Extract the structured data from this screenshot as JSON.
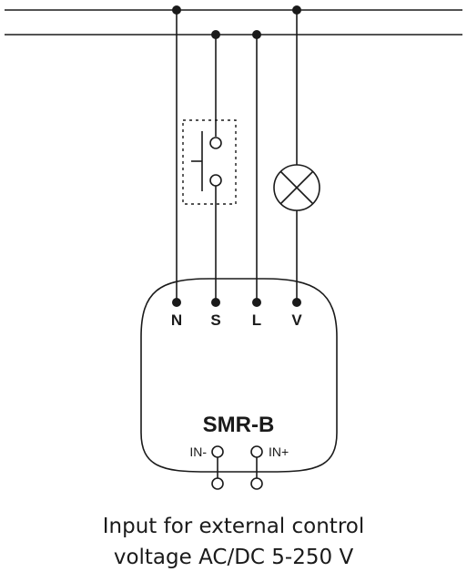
{
  "terminals": {
    "n": "N",
    "s": "S",
    "l": "L",
    "v": "V"
  },
  "device": {
    "model": "SMR-B",
    "input_minus": "IN-",
    "input_plus": "IN+"
  },
  "caption": {
    "line1": "Input for external control",
    "line2": "voltage AC/DC 5-250 V"
  }
}
